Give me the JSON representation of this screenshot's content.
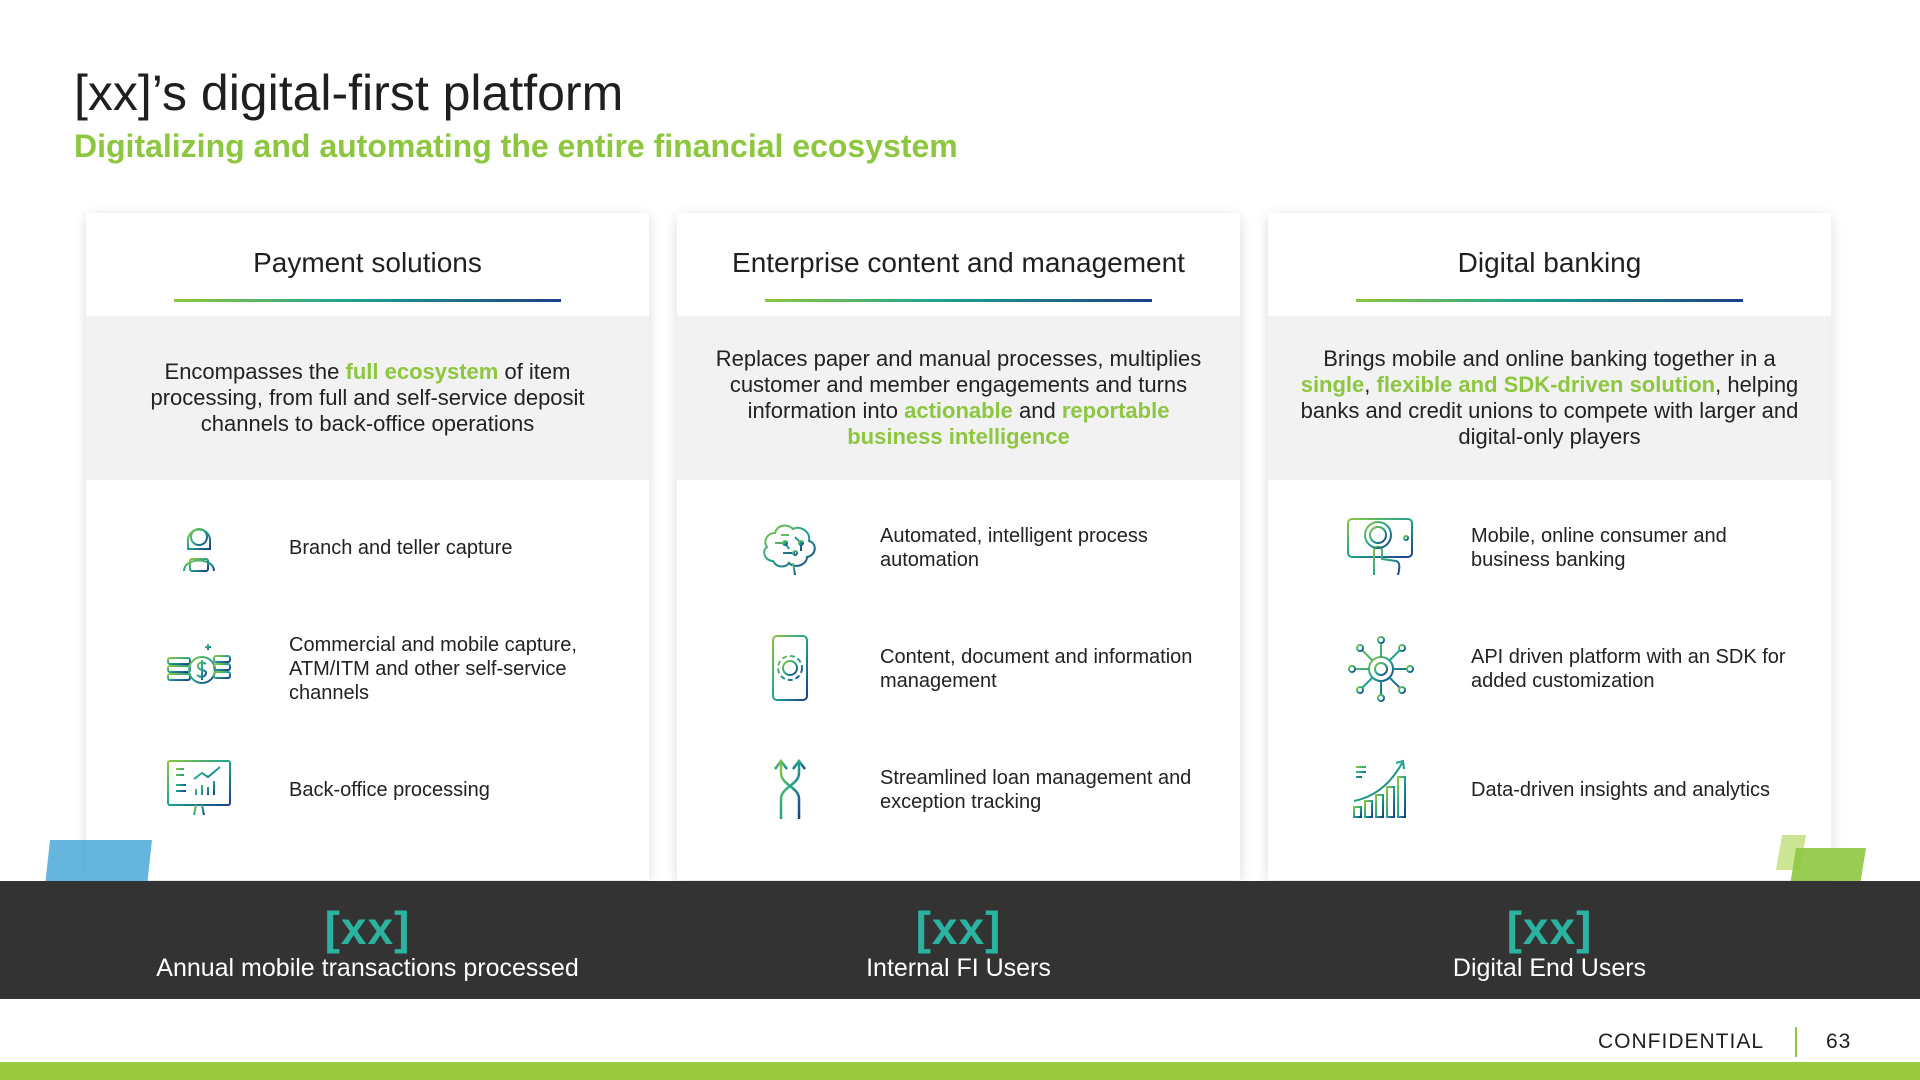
{
  "header": {
    "title": "[xx]’s digital-first platform",
    "subtitle": "Digitalizing and automating the entire financial ecosystem"
  },
  "panels": [
    {
      "title": "Payment solutions",
      "desc": [
        {
          "t": "Encompasses the "
        },
        {
          "t": "full ecosystem",
          "hl": true
        },
        {
          "t": " of item processing, from full and self-service deposit channels to back-office operations"
        }
      ],
      "features": [
        {
          "icon": "teller-icon",
          "label": "Branch and teller capture"
        },
        {
          "icon": "coins-dollar-icon",
          "label": "Commercial and mobile capture, ATM/ITM and other self-service channels"
        },
        {
          "icon": "monitor-dashboard-icon",
          "label": "Back-office processing"
        }
      ]
    },
    {
      "title": "Enterprise content and management",
      "desc": [
        {
          "t": "Replaces paper and manual processes, multiplies customer and member engagements and turns information into "
        },
        {
          "t": "actionable",
          "hl": true
        },
        {
          "t": " and "
        },
        {
          "t": "reportable business intelligence",
          "hl": true
        }
      ],
      "features": [
        {
          "icon": "brain-circuit-icon",
          "label": "Automated, intelligent process automation"
        },
        {
          "icon": "phone-gear-icon",
          "label": "Content, document and information management"
        },
        {
          "icon": "merging-arrows-icon",
          "label": "Streamlined loan management and exception tracking"
        }
      ]
    },
    {
      "title": "Digital banking",
      "desc": [
        {
          "t": "Brings mobile and online banking together in a "
        },
        {
          "t": "single",
          "hl": true
        },
        {
          "t": ", "
        },
        {
          "t": "flexible and SDK-driven solution",
          "hl": true
        },
        {
          "t": ", helping banks and credit unions to compete with larger and digital-only players"
        }
      ],
      "features": [
        {
          "icon": "touch-tablet-icon",
          "label": "Mobile, online consumer and business banking"
        },
        {
          "icon": "api-network-icon",
          "label": "API driven platform with an SDK for added customization"
        },
        {
          "icon": "growth-chart-icon",
          "label": "Data-driven insights and analytics"
        }
      ]
    }
  ],
  "stats": [
    {
      "value": "[xx]",
      "caption": "Annual mobile transactions processed"
    },
    {
      "value": "[xx]",
      "caption": "Internal FI Users"
    },
    {
      "value": "[xx]",
      "caption": "Digital End Users"
    }
  ],
  "footer": {
    "confidential": "CONFIDENTIAL",
    "page": "63"
  },
  "colors": {
    "accent_green": "#8dc63f",
    "teal": "#2bb3a0",
    "navy": "#1d3f8a",
    "band": "#333333"
  }
}
